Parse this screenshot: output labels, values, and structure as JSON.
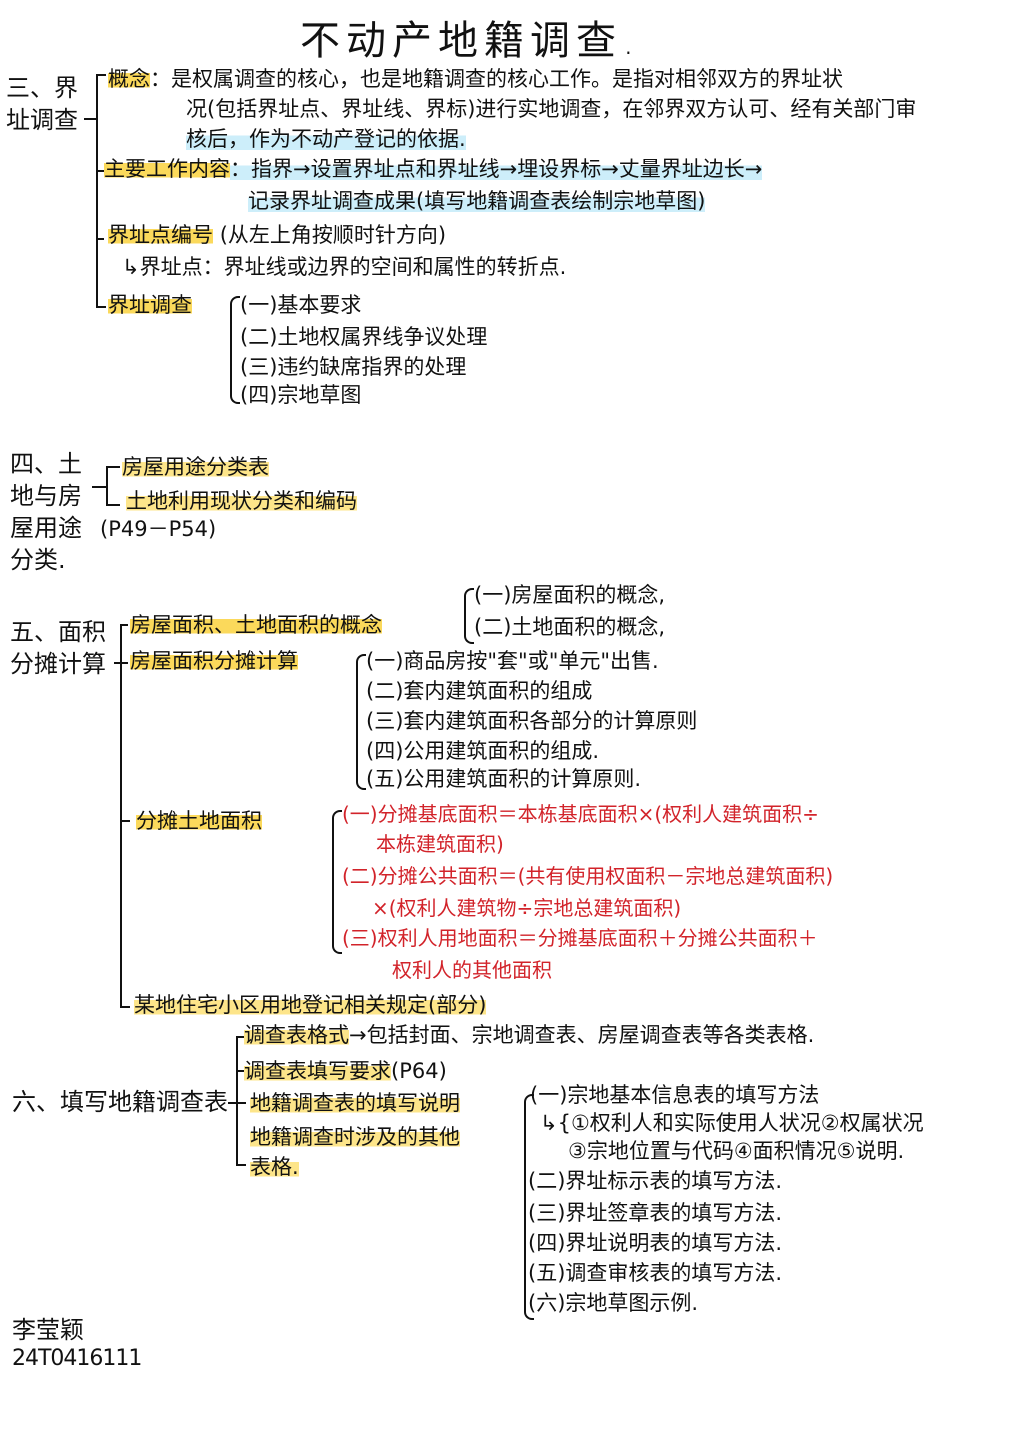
{
  "title": "不动产地籍调查.",
  "sections": {
    "s3": {
      "label": "三、界址调查",
      "concept": {
        "key": "概念",
        "lines": [
          "：是权属调查的核心，也是地籍调查的核心工作。是指对相邻双方的界址状",
          "况(包括界址点、界址线、界标)进行实地调查，在邻界双方认可、经有关部门审",
          "核后，作为不动产登记的依据."
        ]
      },
      "main_work": {
        "key": "主要工作内容",
        "lines": [
          "：指界→设置界址点和界址线→埋设界标→丈量界址边长→",
          "记录界址调查成果(填写地籍调查表绘制宗地草图)"
        ]
      },
      "numbering": {
        "key": "界址点编号",
        "note": "(从左上角按顺时针方向)",
        "sub": "↳界址点：界址线或边界的空间和属性的转折点."
      },
      "survey": {
        "key": "界址调查",
        "items": [
          "(一)基本要求",
          "(二)土地权属界线争议处理",
          "(三)违约缺席指界的处理",
          "(四)宗地草图"
        ]
      }
    },
    "s4": {
      "label": "四、土地与房屋用途分类.",
      "note": "(P49－P54)",
      "items": [
        "房屋用途分类表",
        "土地利用现状分类和编码"
      ]
    },
    "s5": {
      "label": "五、面积分摊计算",
      "concept": {
        "key": "房屋面积、土地面积的概念",
        "items": [
          "(一)房屋面积的概念,",
          "(二)土地面积的概念,"
        ]
      },
      "house_calc": {
        "key": "房屋面积分摊计算",
        "items": [
          "(一)商品房按\"套\"或\"单元\"出售.",
          "(二)套内建筑面积的组成",
          "(三)套内建筑面积各部分的计算原则",
          "(四)公用建筑面积的组成.",
          "(五)公用建筑面积的计算原则."
        ]
      },
      "land_calc": {
        "key": "分摊土地面积",
        "items": [
          "(一)分摊基底面积＝本栋基底面积×(权利人建筑面积÷",
          "本栋建筑面积)",
          "(二)分摊公共面积＝(共有使用权面积－宗地总建筑面积)",
          "×(权利人建筑物÷宗地总建筑面积)",
          "(三)权利人用地面积＝分摊基底面积＋分摊公共面积＋",
          "权利人的其他面积"
        ]
      },
      "regulation": "某地住宅小区用地登记相关规定(部分)"
    },
    "s6": {
      "label": "六、填写地籍调查表",
      "format": {
        "key": "调查表格式",
        "value": "→包括封面、宗地调查表、房屋调查表等各类表格."
      },
      "requirement": {
        "key": "调查表填写要求",
        "note": "(P64)"
      },
      "instructions": {
        "key": "地籍调查表的填写说明",
        "items": [
          "(一)宗地基本信息表的填写方法",
          "↳{①权利人和实际使用人状况②权属状况",
          "③宗地位置与代码④面积情况⑤说明.",
          "(二)界址标示表的填写方法.",
          "(三)界址签章表的填写方法.",
          "(四)界址说明表的填写方法.",
          "(五)调查审核表的填写方法.",
          "(六)宗地草图示例."
        ]
      },
      "other": {
        "key_line1": "地籍调查时涉及的其他",
        "key_line2": "表格."
      }
    }
  },
  "author": {
    "name": "李莹颖",
    "id": "24T0416111"
  },
  "colors": {
    "ink": "#111111",
    "red_ink": "#d2232a",
    "highlight_yellow": "#fbd95b",
    "highlight_blue": "#cdeefa"
  }
}
